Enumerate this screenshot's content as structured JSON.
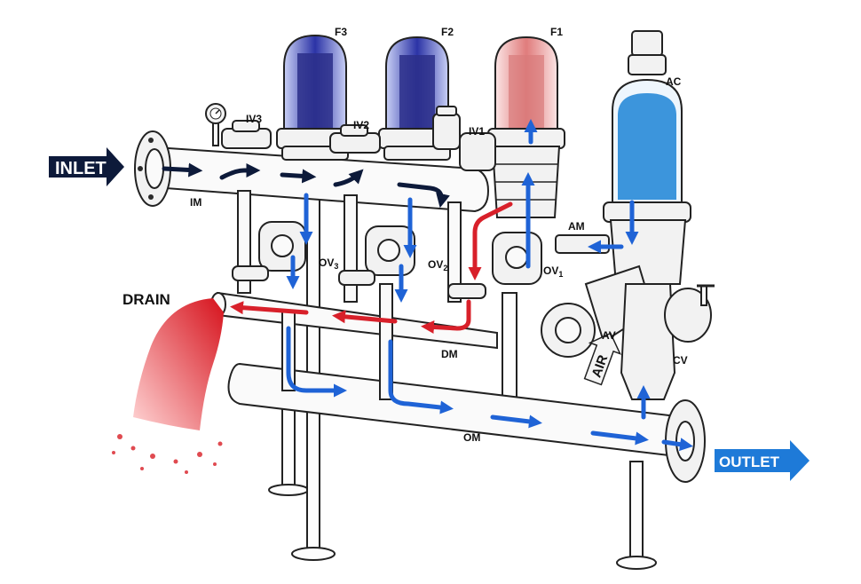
{
  "labels": {
    "inlet": "INLET",
    "outlet": "OUTLET",
    "drain": "DRAIN",
    "air": "AIR",
    "f1": "F1",
    "f2": "F2",
    "f3": "F3",
    "ac": "AC",
    "iv1": "IV1",
    "iv2": "IV2",
    "iv3": "IV3",
    "im": "IM",
    "am": "AM",
    "ov1": "OV",
    "ov1_sub": "1",
    "ov2": "OV",
    "ov2_sub": "2",
    "ov3": "OV",
    "ov3_sub": "3",
    "dm": "DM",
    "om": "OM",
    "av": "AV",
    "cv": "CV"
  },
  "colors": {
    "inlet_flow": "#0d1a3a",
    "filtered_flow": "#1f63d6",
    "drain_flow": "#d8202a",
    "dirty_filter": "#3a3fa8",
    "clean_filter": "#d97a7a",
    "air_chamber": "#1c84d6",
    "outlet_arrow": "#1e7ad8"
  }
}
